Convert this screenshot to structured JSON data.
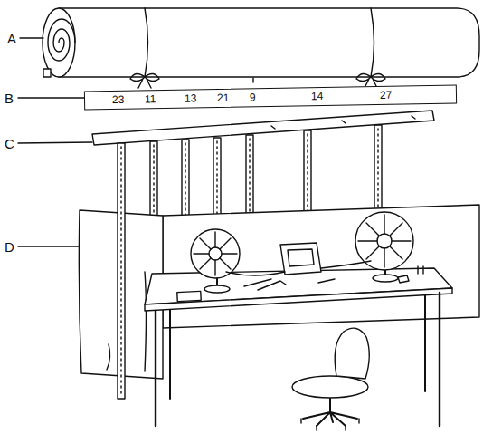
{
  "diagram": {
    "nodes": [
      {
        "text": [
          "23",
          "11",
          "13",
          "21",
          "9",
          "14",
          "27"
        ]
      }
    ],
    "labels": [
      "A",
      "B",
      "C",
      "D"
    ]
  }
}
